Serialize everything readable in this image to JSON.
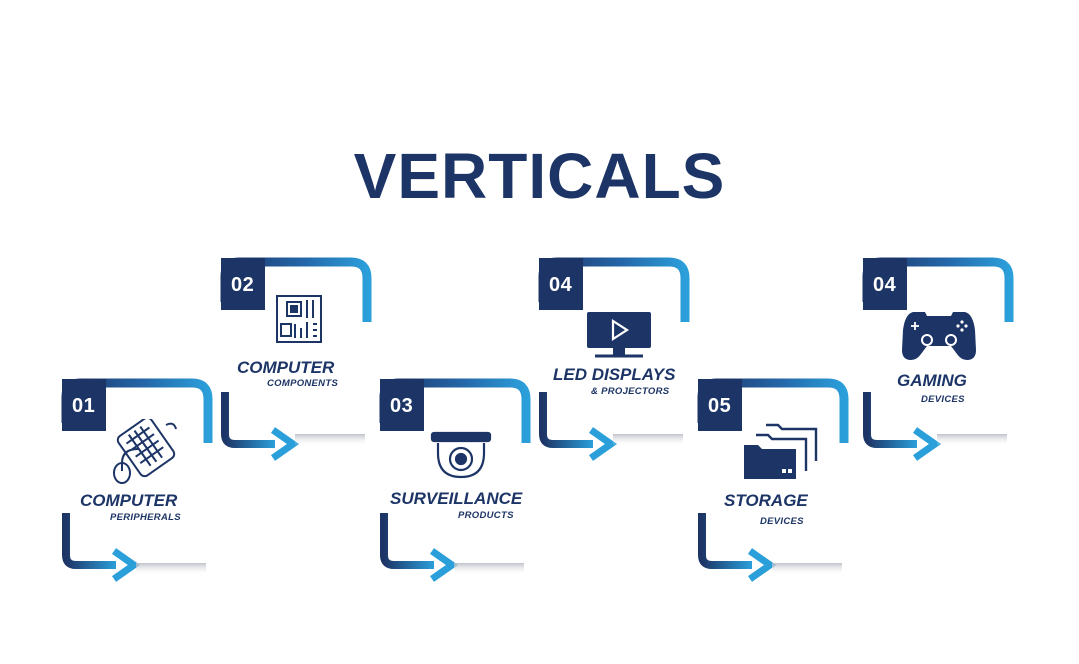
{
  "title": "VERTICALS",
  "colors": {
    "navy": "#1d3566",
    "blue": "#2b9fda",
    "shadow": "#c9ccd1"
  },
  "cards": [
    {
      "number": "01",
      "line1": "COMPUTER",
      "line2": "PERIPHERALS",
      "icon": "keyboard-mouse-icon"
    },
    {
      "number": "02",
      "line1": "COMPUTER",
      "line2": "COMPONENTS",
      "icon": "motherboard-icon"
    },
    {
      "number": "03",
      "line1": "SURVEILLANCE",
      "line2": "PRODUCTS",
      "icon": "dome-camera-icon"
    },
    {
      "number": "04",
      "line1": "LED DISPLAYS",
      "line2": "& PROJECTORS",
      "icon": "monitor-play-icon"
    },
    {
      "number": "05",
      "line1": "STORAGE",
      "line2": "DEVICES",
      "icon": "folders-icon"
    },
    {
      "number": "04",
      "line1": "GAMING",
      "line2": "DEVICES",
      "icon": "gamepad-icon"
    }
  ]
}
